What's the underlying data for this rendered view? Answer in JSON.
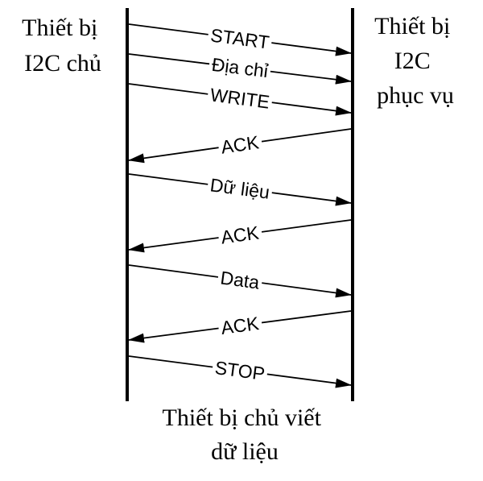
{
  "master_label": [
    "Thiết bị",
    "I2C chủ"
  ],
  "slave_label": [
    "Thiết bị",
    "I2C",
    "phục vụ"
  ],
  "caption": [
    "Thiết bị chủ viết",
    "dữ liệu"
  ],
  "messages": [
    {
      "label": "START",
      "direction": "master-to-slave"
    },
    {
      "label": "Địa chỉ",
      "direction": "master-to-slave"
    },
    {
      "label": "WRITE",
      "direction": "master-to-slave"
    },
    {
      "label": "ACK",
      "direction": "slave-to-master"
    },
    {
      "label": "Dữ liệu",
      "direction": "master-to-slave"
    },
    {
      "label": "ACK",
      "direction": "slave-to-master"
    },
    {
      "label": "Data",
      "direction": "master-to-slave"
    },
    {
      "label": "ACK",
      "direction": "slave-to-master"
    },
    {
      "label": "STOP",
      "direction": "master-to-slave"
    }
  ]
}
